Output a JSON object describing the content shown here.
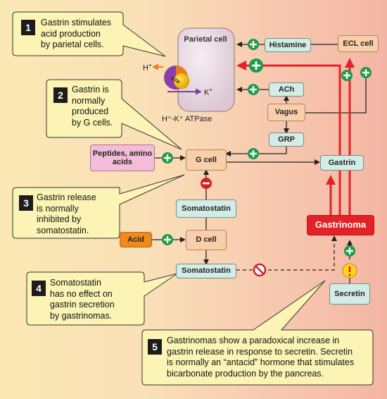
{
  "callouts": [
    {
      "num": "1",
      "text": [
        "Gastrin stimulates",
        "acid production",
        "by parietal cells."
      ]
    },
    {
      "num": "2",
      "text": [
        "Gastrin is",
        "normally",
        "produced",
        "by G cells."
      ]
    },
    {
      "num": "3",
      "text": [
        "Gastrin release",
        "is normally",
        "inhibited by",
        "somatostatin."
      ]
    },
    {
      "num": "4",
      "text": [
        "Somatostatin",
        "has no effect on",
        "gastrin secretion",
        "by gastrinomas."
      ]
    },
    {
      "num": "5",
      "text": [
        "Gastrinomas show a paradoxical increase in",
        "gastrin release in response to secretin. Secretin",
        "is normally an “antacid” hormone that stimulates",
        "bicarbonate production by the  pancreas."
      ]
    }
  ],
  "nodes": {
    "parietal_cell": "Parietal cell",
    "histamine": "Histamine",
    "ecl_cell": "ECL cell",
    "ach": "ACh",
    "vagus": "Vagus",
    "grp": "GRP",
    "peptides": "Peptides, amino acids",
    "g_cell": "G cell",
    "gastrin": "Gastrin",
    "somatostatin_top": "Somatostatin",
    "gastrinoma": "Gastrinoma",
    "acid": "Acid",
    "d_cell": "D cell",
    "somatostatin_bottom": "Somatostatin",
    "secretin": "Secretin"
  },
  "pump": {
    "h_label": "H",
    "h_sup": "+",
    "k_label": "K",
    "k_sup": "+",
    "atp": "ATP",
    "atpase_label": "H⁺-K⁺ ATPase"
  },
  "colors": {
    "teal_box": "#d3ece6",
    "peach_box": "#f8cfa8",
    "pink_box": "#f3bdd8",
    "acid_box": "#f08a1d",
    "gastrinoma_box": "#e32227",
    "stimulate": "#1d9a4a",
    "inhibit": "#d32027",
    "red_pathway": "#e32227",
    "callout_fill": "#fbf4b4"
  }
}
